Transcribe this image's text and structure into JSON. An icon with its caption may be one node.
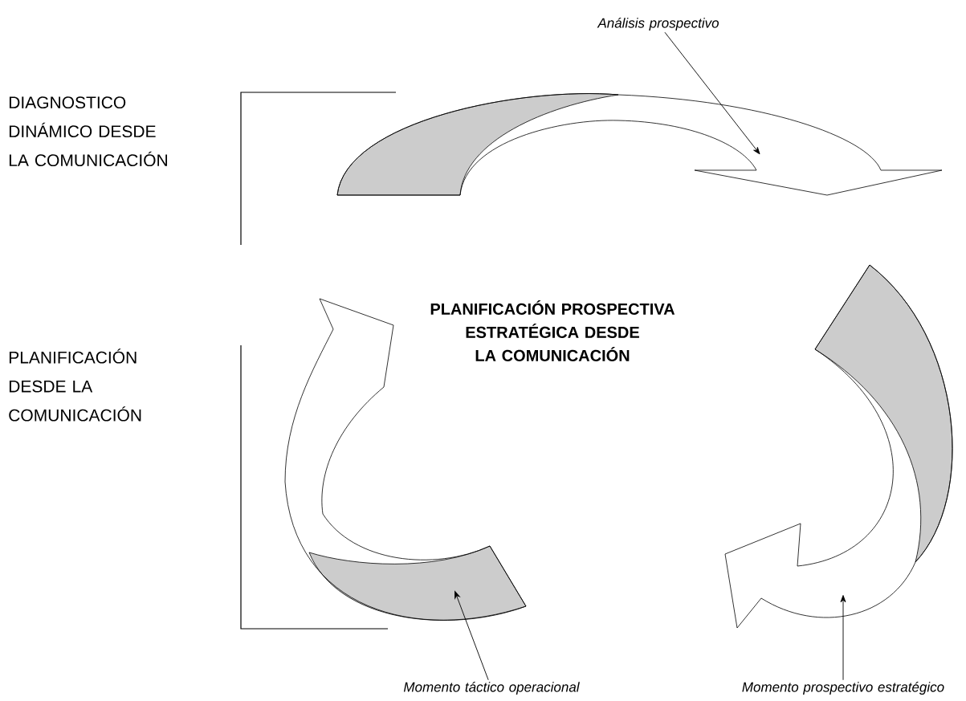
{
  "diagram": {
    "title": "PLANIFICACIÓN PROSPECTIVA ESTRATÉGICA DESDE LA COMUNICACIÓN",
    "nodes": [
      {
        "text": [
          "DIAGNOSTICO DINÁMICO DESDE LA COMUNICACIÓN"
        ]
      },
      {
        "text": [
          "PLANIFICACIÓN DESDE LA COMUNICACIÓN"
        ]
      },
      {
        "text": [
          "Análisis prospectivo"
        ]
      },
      {
        "text": [
          "Momento táctico operacional"
        ]
      },
      {
        "text": [
          "Momento prospectivo estratégico"
        ]
      },
      {
        "text": [],
        "shape": "arrow"
      },
      {
        "text": [],
        "shape": "arrow"
      },
      {
        "text": [],
        "shape": "arrow"
      }
    ],
    "edges": [
      {
        "from": 2,
        "to": 5,
        "arrow": "to"
      },
      {
        "from": 3,
        "to": 7,
        "arrow": "to"
      },
      {
        "from": 4,
        "to": 6,
        "arrow": "to"
      }
    ]
  }
}
